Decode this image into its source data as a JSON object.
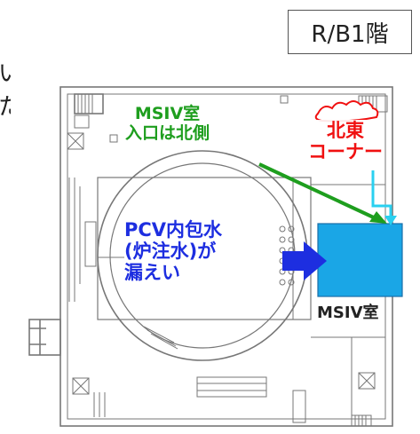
{
  "floor_label": "R/B1階",
  "edge_text": [
    "い",
    "た"
  ],
  "labels": {
    "msiv_entry_line1": "MSIV室",
    "msiv_entry_line2": "入口は北側",
    "northeast_line1": "北東",
    "northeast_line2": "コーナー",
    "pcv_line1": "PCV内包水",
    "pcv_line2": "(炉注水)が",
    "pcv_line3": "漏えい",
    "msiv_room": "MSIV室"
  },
  "colors": {
    "green": "#1e9e1e",
    "red": "#f01010",
    "blue": "#1d2ee0",
    "msiv_fill": "#1aa6e6",
    "line": "#777777"
  }
}
